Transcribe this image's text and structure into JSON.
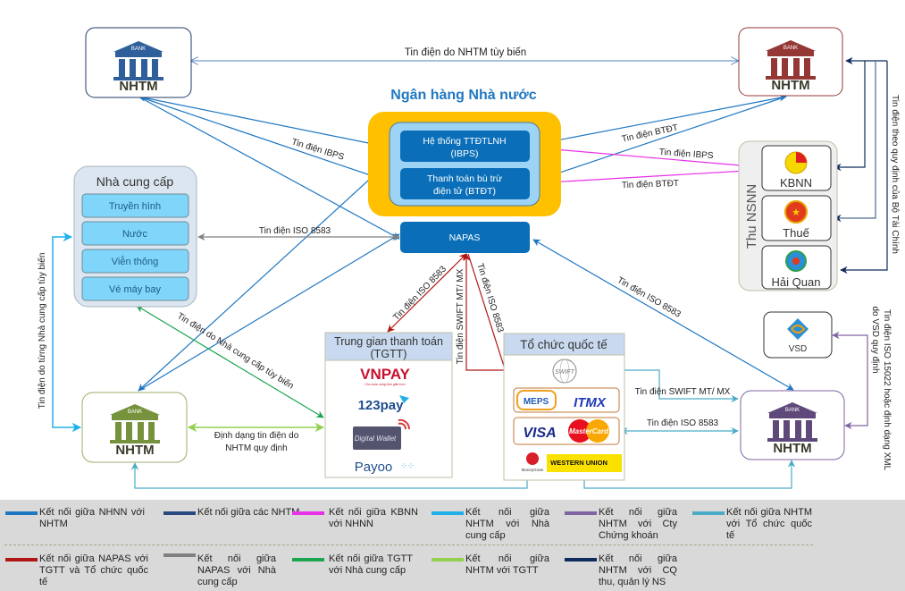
{
  "title": "Ngân hàng Nhà nước",
  "nodes": {
    "nhtm_top_left": {
      "label": "NHTM",
      "icon_text": "BANK",
      "color": "#2e5f9a"
    },
    "nhtm_top_right": {
      "label": "NHTM",
      "icon_text": "BANK",
      "color": "#953735"
    },
    "nhtm_bottom_left": {
      "label": "NHTM",
      "icon_text": "BANK",
      "color": "#76923c"
    },
    "nhtm_bottom_right": {
      "label": "NHTM",
      "icon_text": "BANK",
      "color": "#5f497a"
    },
    "sbv": {
      "ibps": {
        "line1": "Hệ thống TTĐTLNH",
        "line2": "(IBPS)"
      },
      "btdt": {
        "line1": "Thanh toán bù trừ",
        "line2": "điện tử (BTĐT)"
      },
      "napas": "NAPAS"
    },
    "providers": {
      "title": "Nhà cung cấp",
      "items": [
        "Truyền hình",
        "Nước",
        "Viễn thông",
        "Vé máy bay"
      ]
    },
    "budget": {
      "title": "Thu NSNN",
      "items": [
        "KBNN",
        "Thuế",
        "Hải Quan"
      ]
    },
    "vsd": "VSD",
    "tgtt": {
      "title_line1": "Trung gian thanh toán",
      "title_line2": "(TGTT)",
      "items": [
        "VNPAY",
        "123pay",
        "Digital Wallet",
        "Payoo"
      ],
      "vnpay_tagline": "Cho cuộc sống đơn giản hơn"
    },
    "intl": {
      "title": "Tổ chức quốc tế",
      "items": [
        "SWIFT",
        "MEPS",
        "ITMX",
        "VISA",
        "MasterCard",
        "MoneyGram",
        "WESTERN UNION"
      ]
    }
  },
  "labels": {
    "nhtm_custom": "Tin điện do NHTM tùy biến",
    "ibps_left": "Tin điện IBPS",
    "btdt_right_1": "Tin điện BTĐT",
    "ibps_right": "Tin điện IBPS",
    "btdt_right_2": "Tin điện BTĐT",
    "iso_provider_napas": "Tin điện ISO 8583",
    "iso_napas_tgtt": "Tin điện ISO 8583",
    "swift_napas": "Tin điện SWIFT MT/ MX",
    "iso_napas_intl": "Tin điện ISO 8583",
    "iso_napas_nhtm_right": "Tin điện ISO 8583",
    "provider_custom": "Tin điện do Nhà cung cấp tùy biến",
    "provider_each": "Tin điện do từng Nhà cung cấp tùy biến",
    "nhtm_format_line1": "Định dạng tin điện do",
    "nhtm_format_line2": "NHTM  quy định",
    "swift_intl": "Tin điện SWIFT MT/ MX",
    "iso_intl": "Tin điện ISO 8583",
    "mof_rules": "Tin điện theo quy định của Bộ Tài Chính",
    "vsd_line1": "Tin điện  ISO  15022 hoặc định dạng XML",
    "vsd_line2": "do VSD quy định"
  },
  "legend": [
    {
      "text": "Kết nối giữa NHNN với NHTM",
      "color": "#1f77c2"
    },
    {
      "text": "Kết nối giữa các NHTM",
      "color": "#284a7e"
    },
    {
      "text": "Kết nối giữa KBNN với NHNN",
      "color": "#e830e8"
    },
    {
      "text": "Kết nối giữa NHTM với Nhà cung cấp",
      "color": "#1fb0ea"
    },
    {
      "text": "Kết nối giữa NHTM với Cty Chứng khoán",
      "color": "#8064a2"
    },
    {
      "text": "Kết nối giữa NHTM với Tổ chức quốc tế",
      "color": "#4bacc6"
    },
    {
      "text": "Kết nối giữa NAPAS với TGTT và Tổ chức quốc tế",
      "color": "#b01515"
    },
    {
      "text": "Kết nối giữa NAPAS với Nhà cung cấp",
      "color": "#808080"
    },
    {
      "text": "Kết nối giữa TGTT với Nhà cung cấp",
      "color": "#1aa550"
    },
    {
      "text": "Kết nối giữa NHTM với TGTT",
      "color": "#92d050"
    },
    {
      "text": "Kết nối giữa NHTM với CQ thu, quản lý NS",
      "color": "#0f2a5c"
    }
  ]
}
